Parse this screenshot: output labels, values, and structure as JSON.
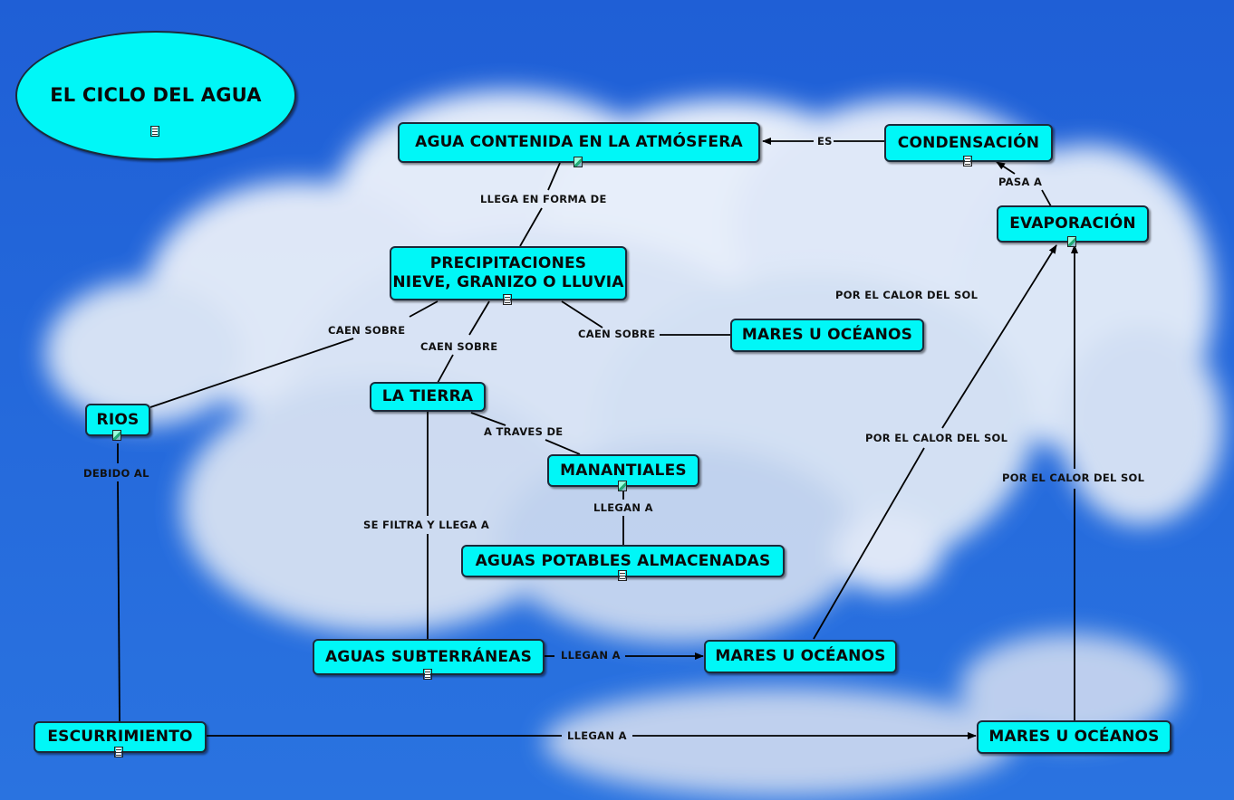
{
  "title_oval": "EL CICLO DEL AGUA",
  "concepts": {
    "atmosfera": "AGUA CONTENIDA EN LA ATMÓSFERA",
    "condensacion": "CONDENSACIÓN",
    "evaporacion": "EVAPORACIÓN",
    "precipitaciones_1": "PRECIPITACIONES",
    "precipitaciones_2": "NIEVE, GRANIZO O LLUVIA",
    "mares_top": "MARES U OCÉANOS",
    "rios": "RIOS",
    "tierra": "LA TIERRA",
    "manantiales": "MANANTIALES",
    "potables": "AGUAS POTABLES ALMACENADAS",
    "subterraneas": "AGUAS SUBTERRÁNEAS",
    "mares_mid": "MARES U OCÉANOS",
    "escurrimiento": "ESCURRIMIENTO",
    "mares_bottom": "MARES U OCÉANOS"
  },
  "links": {
    "es": "ES",
    "pasa_a": "PASA A",
    "llega_forma": "LLEGA EN FORMA DE",
    "calor_top": "POR EL CALOR DEL SOL",
    "caen_sobre_left": "CAEN SOBRE",
    "caen_sobre_mid": "CAEN SOBRE",
    "caen_sobre_right": "CAEN SOBRE",
    "a_traves": "A TRAVES DE",
    "calor_mid": "POR EL CALOR DEL SOL",
    "calor_right": "POR EL CALOR DEL SOL",
    "debido_al": "DEBIDO AL",
    "llegan_a_manantial": "LLEGAN A",
    "se_filtra": "SE FILTRA Y LLEGA A",
    "llegan_a_sub": "LLEGAN A",
    "llegan_a_escurr": "LLEGAN A"
  },
  "colors": {
    "node_fill": "#00f7f7",
    "sky": "#1a5fd8",
    "cloud": "#f4f7fc"
  },
  "icons": {
    "doc": "document-icon",
    "img": "image-icon"
  }
}
